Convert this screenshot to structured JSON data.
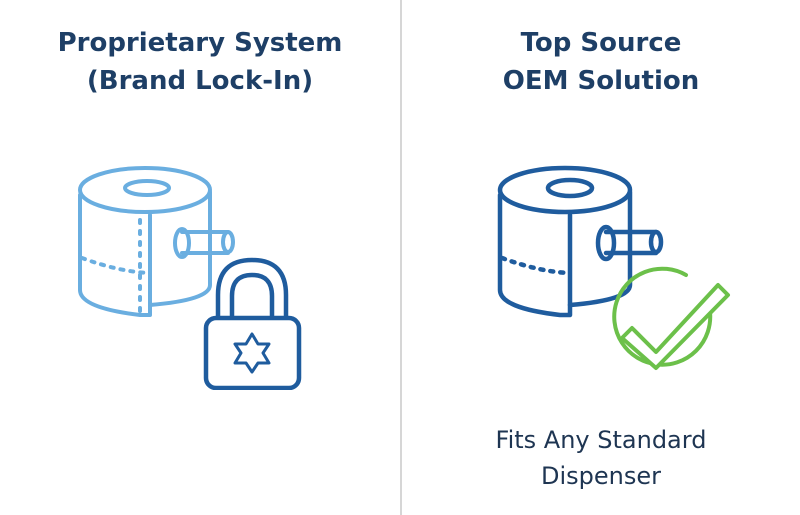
{
  "left_panel": {
    "title_line1": "Proprietary System",
    "title_line2": "(Brand Lock-In)",
    "icons": [
      "toilet-paper-roll-icon",
      "padlock-icon"
    ],
    "colors": {
      "roll": "#6aaee0",
      "lock": "#1f5c9e",
      "title": "#1e3f66"
    }
  },
  "right_panel": {
    "title_line1": "Top Source",
    "title_line2": "OEM Solution",
    "icons": [
      "toilet-paper-roll-icon",
      "check-circle-icon"
    ],
    "footer_line1": "Fits Any Standard",
    "footer_line2": "Dispenser",
    "colors": {
      "roll": "#1f5c9e",
      "check": "#6cc04a",
      "title": "#1e3f66"
    }
  }
}
